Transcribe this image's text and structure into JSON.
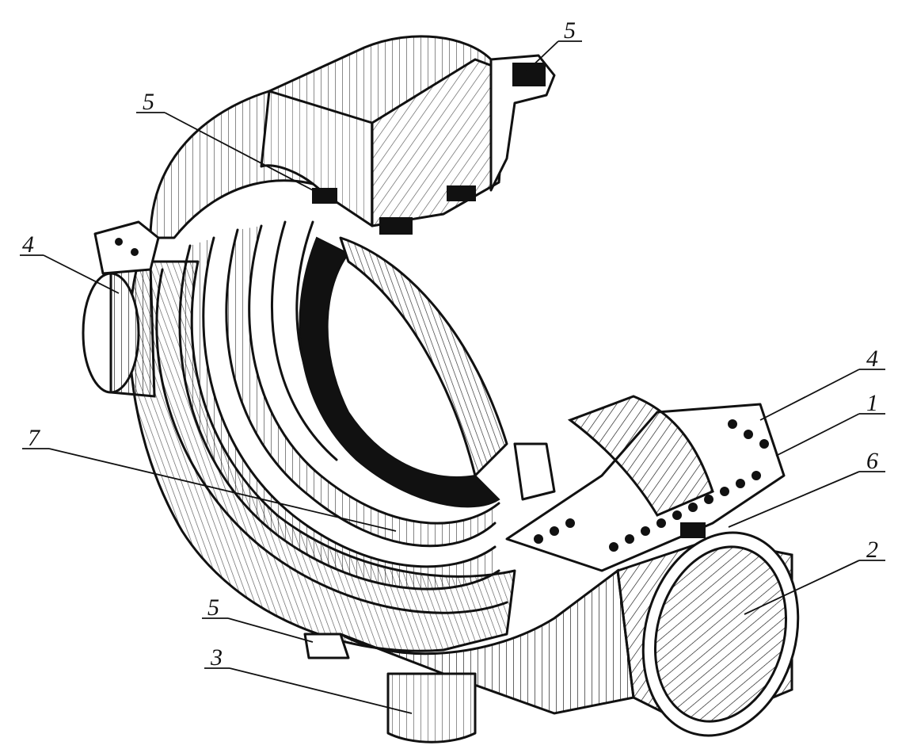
{
  "callouts": [
    {
      "id": "c5a",
      "text": "5"
    },
    {
      "id": "c5b",
      "text": "5"
    },
    {
      "id": "c4a",
      "text": "4"
    },
    {
      "id": "c4b",
      "text": "4"
    },
    {
      "id": "c1",
      "text": "1"
    },
    {
      "id": "c6",
      "text": "6"
    },
    {
      "id": "c7",
      "text": "7"
    },
    {
      "id": "c2",
      "text": "2"
    },
    {
      "id": "c5c",
      "text": "5"
    },
    {
      "id": "c3",
      "text": "3"
    }
  ],
  "colors": {
    "ink": "#111111",
    "paper": "#ffffff"
  }
}
